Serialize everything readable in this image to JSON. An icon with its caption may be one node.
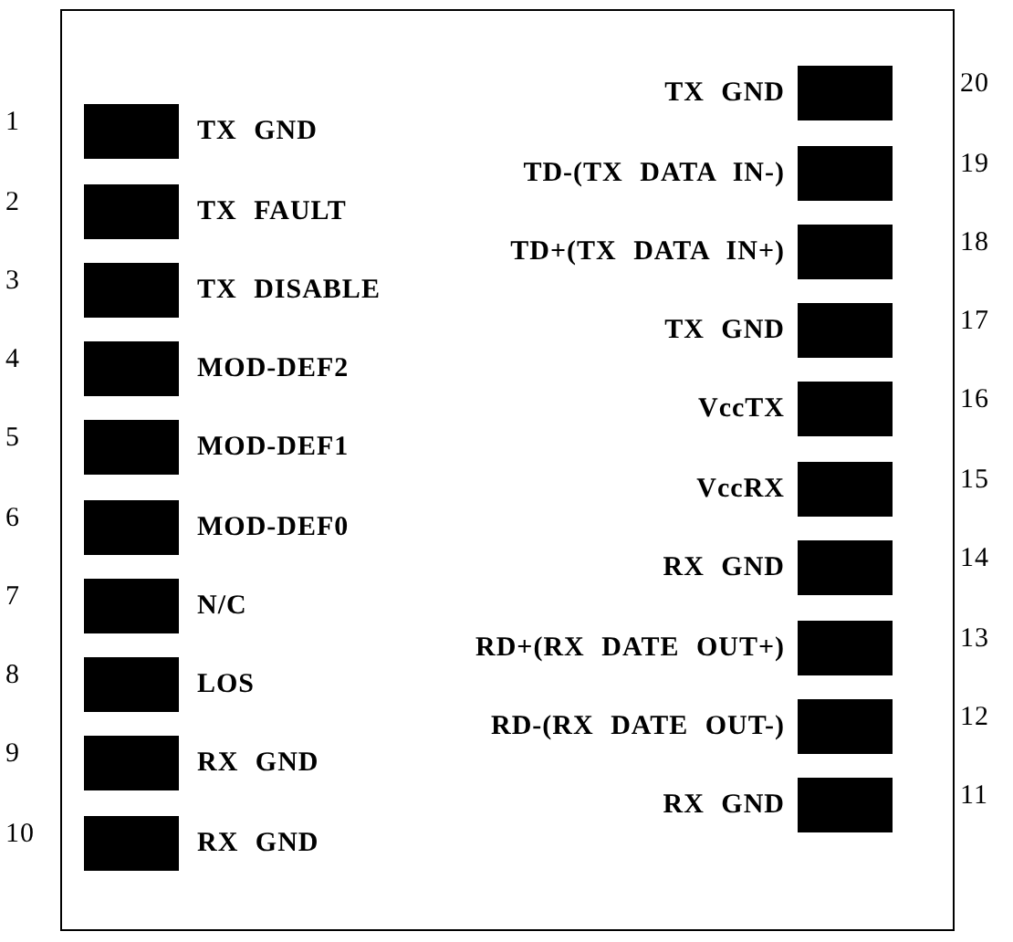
{
  "diagram": {
    "nodes": [
      {
        "text": [],
        "shape": "box"
      },
      {
        "text": [],
        "shape": "box",
        "in": 0,
        "beside": [
          "1",
          "TX GND"
        ]
      },
      {
        "text": [],
        "shape": "box",
        "in": 0,
        "beside": [
          "2",
          "TX FAULT"
        ]
      },
      {
        "text": [],
        "shape": "box",
        "in": 0,
        "beside": [
          "3",
          "TX DISABLE"
        ]
      },
      {
        "text": [],
        "shape": "box",
        "in": 0,
        "beside": [
          "4",
          "MOD-DEF2"
        ]
      },
      {
        "text": [],
        "shape": "box",
        "in": 0,
        "beside": [
          "5",
          "MOD-DEF1"
        ]
      },
      {
        "text": [],
        "shape": "box",
        "in": 0,
        "beside": [
          "6",
          "MOD-DEF0"
        ]
      },
      {
        "text": [],
        "shape": "box",
        "in": 0,
        "beside": [
          "7",
          "N/C"
        ]
      },
      {
        "text": [],
        "shape": "box",
        "in": 0,
        "beside": [
          "8",
          "LOS"
        ]
      },
      {
        "text": [],
        "shape": "box",
        "in": 0,
        "beside": [
          "9",
          "RX GND"
        ]
      },
      {
        "text": [],
        "shape": "box",
        "in": 0,
        "beside": [
          "10",
          "RX GND"
        ]
      },
      {
        "text": [],
        "shape": "box",
        "in": 0,
        "beside": [
          "20",
          "TX GND"
        ]
      },
      {
        "text": [],
        "shape": "box",
        "in": 0,
        "beside": [
          "19",
          "TD-(TX DATA IN-)"
        ]
      },
      {
        "text": [],
        "shape": "box",
        "in": 0,
        "beside": [
          "18",
          "TD+(TX DATA IN+)"
        ]
      },
      {
        "text": [],
        "shape": "box",
        "in": 0,
        "beside": [
          "17",
          "TX GND"
        ]
      },
      {
        "text": [],
        "shape": "box",
        "in": 0,
        "beside": [
          "16",
          "VccTX"
        ]
      },
      {
        "text": [],
        "shape": "box",
        "in": 0,
        "beside": [
          "15",
          "VccRX"
        ]
      },
      {
        "text": [],
        "shape": "box",
        "in": 0,
        "beside": [
          "14",
          "RX GND"
        ]
      },
      {
        "text": [],
        "shape": "box",
        "in": 0,
        "beside": [
          "13",
          "RD+(RX DATE OUT+)"
        ]
      },
      {
        "text": [],
        "shape": "box",
        "in": 0,
        "beside": [
          "12",
          "RD-(RX DATE OUT-)"
        ]
      },
      {
        "text": [],
        "shape": "box",
        "in": 0,
        "beside": [
          "11",
          "RX GND"
        ]
      }
    ]
  }
}
